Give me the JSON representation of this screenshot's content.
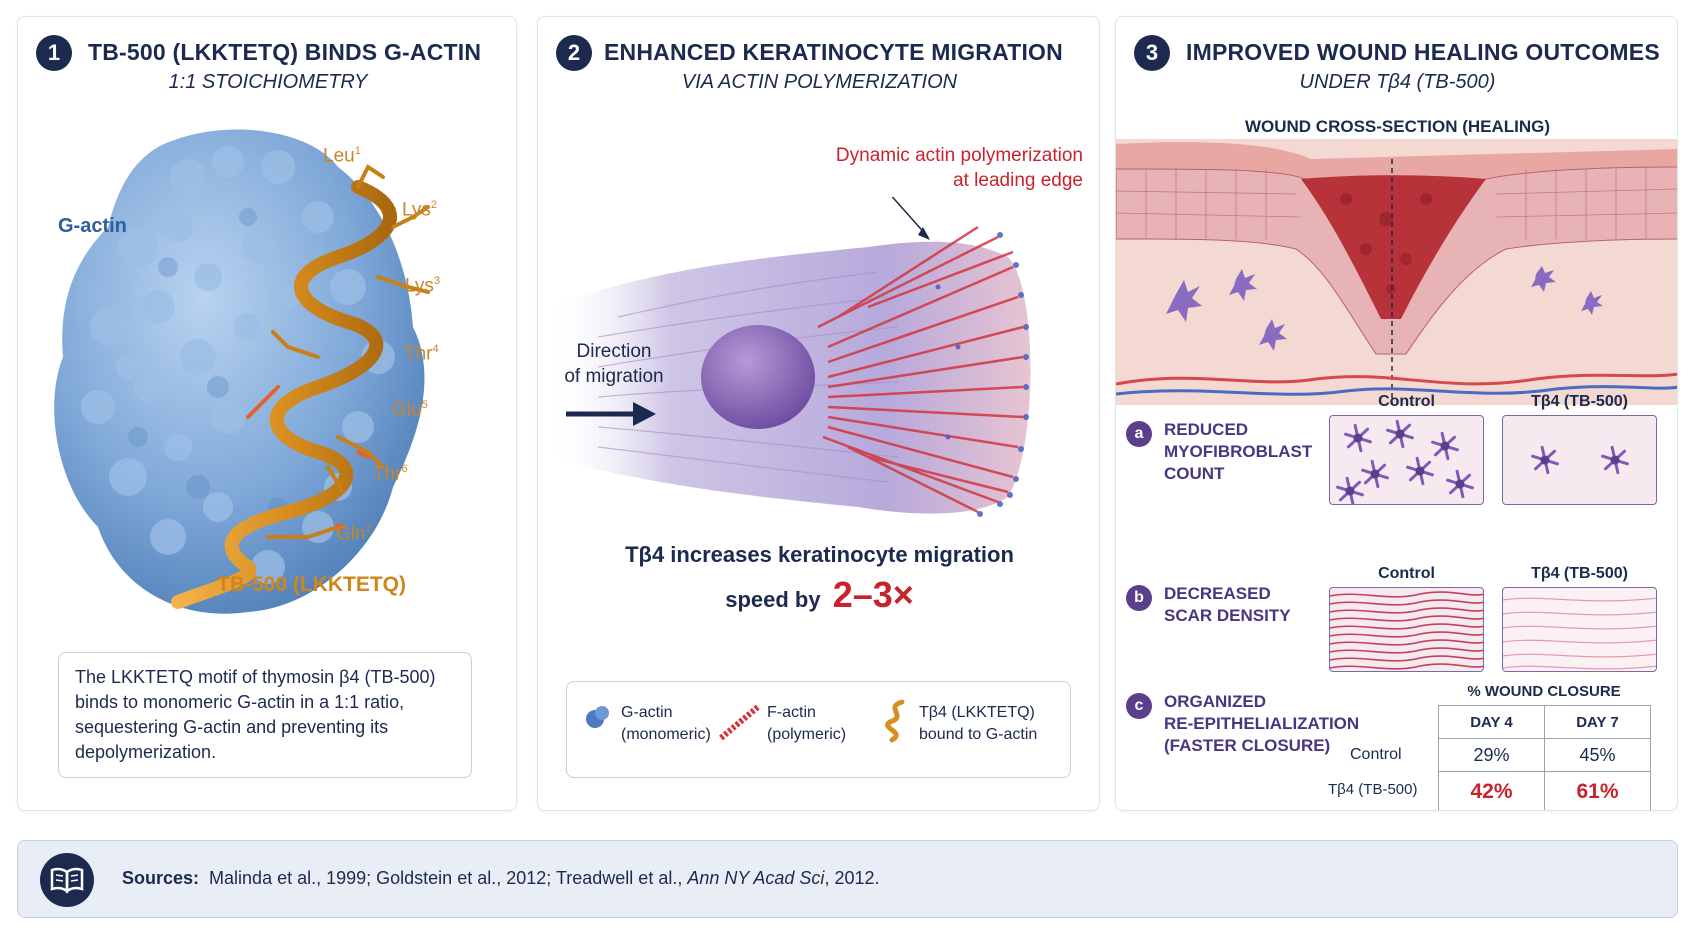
{
  "colors": {
    "navy": "#1b2a4e",
    "actin_blue": "#7fa8d8",
    "peptide_orange": "#d98f1f",
    "fiber_red": "#d2363f",
    "accent_red": "#c8232c",
    "purple": "#5b3f8c"
  },
  "panel1": {
    "number": "1",
    "title": "TB-500 (LKKTETQ) BINDS G-ACTIN",
    "subtitle": "1:1 STOICHIOMETRY",
    "gactin_label": "G-actin",
    "peptide_label": "TB-500 (LKKTETQ)",
    "residues": [
      {
        "name": "Leu",
        "num": "1"
      },
      {
        "name": "Lys",
        "num": "2"
      },
      {
        "name": "Lys",
        "num": "3"
      },
      {
        "name": "Thr",
        "num": "4"
      },
      {
        "name": "Glu",
        "num": "5"
      },
      {
        "name": "Thr",
        "num": "6"
      },
      {
        "name": "Gln",
        "num": "7"
      }
    ],
    "note": "The LKKTETQ motif of thymosin β4 (TB-500) binds to monomeric G-actin in a 1:1 ratio, sequestering G-actin and preventing its depolymerization."
  },
  "panel2": {
    "number": "2",
    "title": "ENHANCED KERATINOCYTE MIGRATION",
    "subtitle": "VIA ACTIN POLYMERIZATION",
    "polymerization_label_1": "Dynamic actin polymerization",
    "polymerization_label_2": "at leading edge",
    "direction_label_1": "Direction",
    "direction_label_2": "of migration",
    "claim_line1": "Tβ4 increases keratinocyte migration",
    "claim_line2_prefix": "speed by",
    "claim_value": "2–3×",
    "legend": [
      {
        "icon": "g-actin-icon",
        "line1": "G-actin",
        "line2": "(monomeric)"
      },
      {
        "icon": "f-actin-icon",
        "line1": "F-actin",
        "line2": "(polymeric)"
      },
      {
        "icon": "tb4-peptide-icon",
        "line1": "Tβ4 (LKKTETQ)",
        "line2": "bound to G-actin"
      }
    ]
  },
  "panel3": {
    "number": "3",
    "title": "IMPROVED WOUND HEALING OUTCOMES",
    "subtitle": "UNDER Tβ4 (TB-500)",
    "cross_section_label": "WOUND CROSS-SECTION (HEALING)",
    "findings": [
      {
        "letter": "a",
        "title_lines": [
          "REDUCED",
          "MYOFIBROBLAST",
          "COUNT"
        ],
        "control_label": "Control",
        "treated_label": "Tβ4 (TB-500)",
        "control_cell_count": 7,
        "treated_cell_count": 2
      },
      {
        "letter": "b",
        "title_lines": [
          "DECREASED",
          "SCAR DENSITY"
        ],
        "control_label": "Control",
        "treated_label": "Tβ4 (TB-500)"
      },
      {
        "letter": "c",
        "title_lines": [
          "ORGANIZED",
          "RE-EPITHELIALIZATION",
          "(FASTER CLOSURE)"
        ]
      }
    ],
    "closure_table": {
      "title": "% WOUND CLOSURE",
      "columns": [
        "DAY 4",
        "DAY 7"
      ],
      "rows": [
        {
          "label": "Control",
          "values": [
            "29%",
            "45%"
          ]
        },
        {
          "label": "Tβ4 (TB-500)",
          "values": [
            "42%",
            "61%"
          ]
        }
      ]
    }
  },
  "sources": {
    "label": "Sources:",
    "text_before_journal": "Malinda et al., 1999; Goldstein et al., 2012; Treadwell et al.,",
    "journal": "Ann NY Acad Sci",
    "text_after_journal": ", 2012."
  }
}
